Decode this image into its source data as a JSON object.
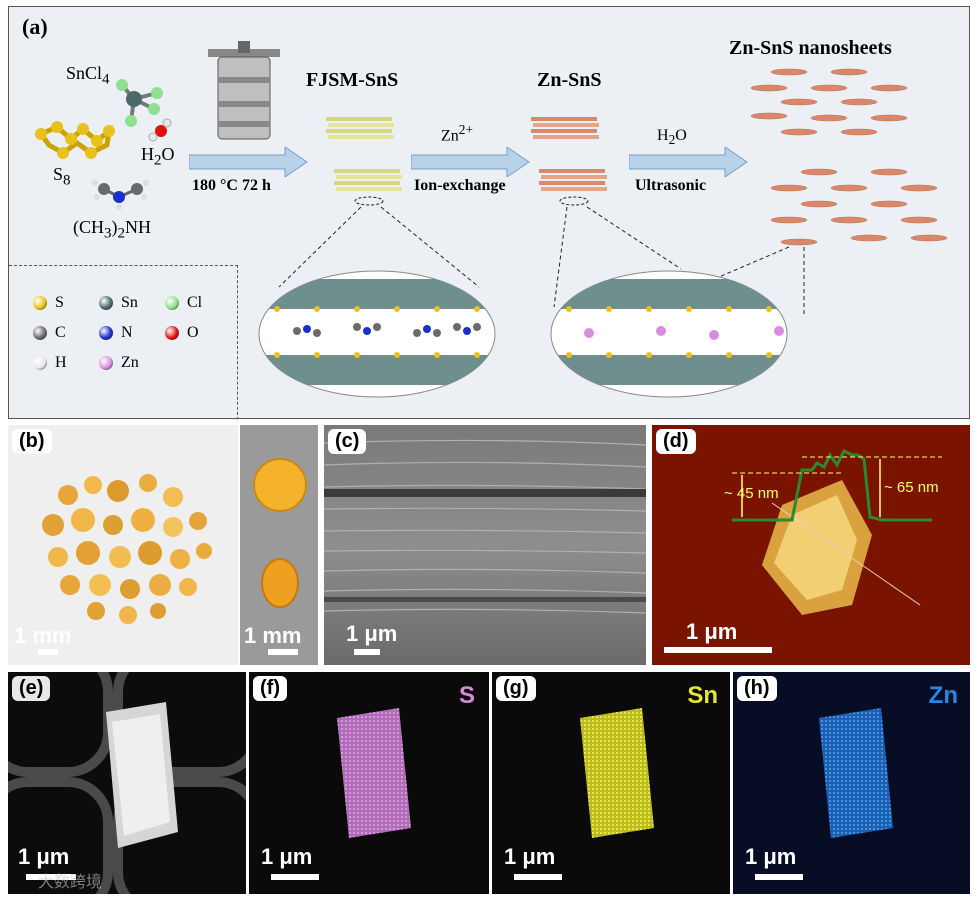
{
  "panel_a": {
    "label": "(a)",
    "reagents": {
      "sncl": "SnCl",
      "sncl_sub": "4",
      "water_h": "H",
      "water_sub": "2",
      "water_o": "O",
      "s8": "S",
      "s8_sub": "8",
      "amine": "(CH",
      "amine_sub": "3",
      "amine_end": ")",
      "amine_sub2": "2",
      "amine_nh": "NH"
    },
    "step1": {
      "condition": "180 °C  72 h"
    },
    "fjsm_title": "FJSM-SnS",
    "step2": {
      "top": "Zn",
      "top_sup": "2+",
      "bottom": "Ion-exchange"
    },
    "znsns_title": "Zn-SnS",
    "step3": {
      "top": "H",
      "top_sub": "2",
      "top_end": "O",
      "bottom": "Ultrasonic"
    },
    "nanosheets_title": "Zn-SnS nanosheets",
    "legend": [
      {
        "symbol": "S",
        "color": "#e8c21a"
      },
      {
        "symbol": "Sn",
        "color": "#4a6a6a"
      },
      {
        "symbol": "Cl",
        "color": "#8fe08f"
      },
      {
        "symbol": "C",
        "color": "#6a6a6a"
      },
      {
        "symbol": "N",
        "color": "#1a2fd0"
      },
      {
        "symbol": "O",
        "color": "#e01010"
      },
      {
        "symbol": "H",
        "color": "#e8e8e8"
      },
      {
        "symbol": "Zn",
        "color": "#d78ee0"
      }
    ]
  },
  "panel_b": {
    "label": "(b)",
    "scale_left": "1 mm",
    "scale_right": "1 mm"
  },
  "panel_c": {
    "label": "(c)",
    "scale": "1 μm"
  },
  "panel_d": {
    "label": "(d)",
    "h1": "~ 45 nm",
    "h2": "~ 65 nm",
    "scale": "1 μm"
  },
  "panel_e": {
    "label": "(e)",
    "scale": "1 μm"
  },
  "panel_f": {
    "label": "(f)",
    "element": "S",
    "scale": "1 μm",
    "color": "#d68ad8"
  },
  "panel_g": {
    "label": "(g)",
    "element": "Sn",
    "scale": "1 μm",
    "color": "#e6e62a"
  },
  "panel_h": {
    "label": "(h)",
    "element": "Zn",
    "scale": "1 μm",
    "color": "#2a86e0"
  },
  "watermark": "大数跨境"
}
